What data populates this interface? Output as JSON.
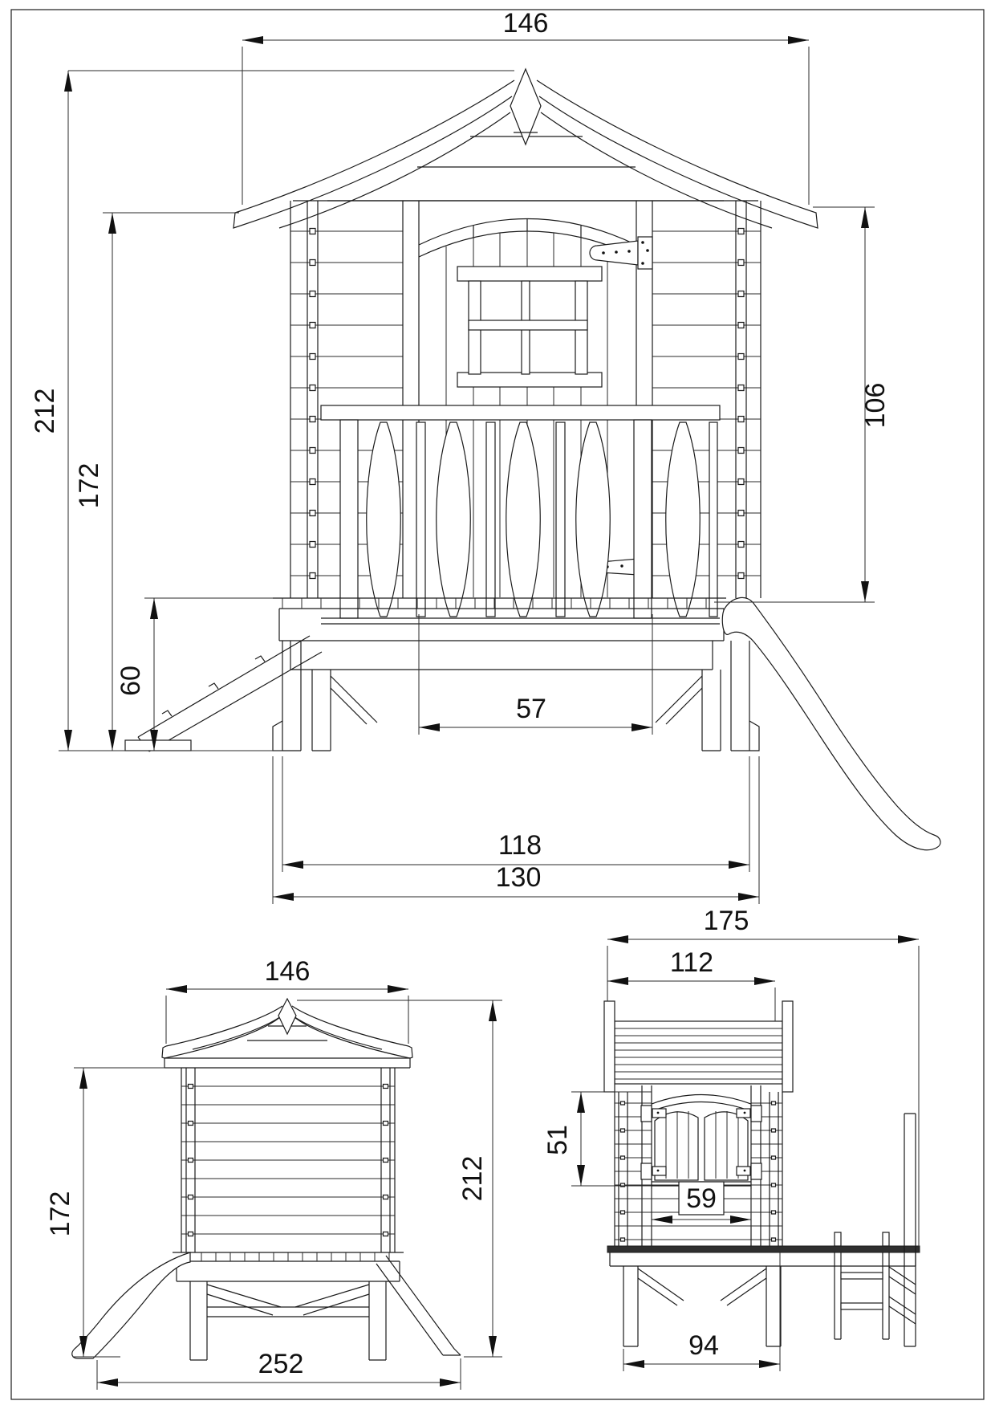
{
  "views": {
    "front": {
      "dimensions": {
        "roof_width": "146",
        "overall_height": "212",
        "eave_height": "172",
        "platform_height": "60",
        "eave_to_platform": "106",
        "door_width": "57",
        "leg_span": "118",
        "base_width": "130"
      }
    },
    "rear": {
      "dimensions": {
        "roof_width": "146",
        "eave_height": "172",
        "overall_height": "212",
        "overall_width": "252"
      }
    },
    "side": {
      "dimensions": {
        "overall_depth": "175",
        "roof_depth": "112",
        "gate_height": "51",
        "gate_width": "59",
        "platform_depth": "94"
      }
    }
  }
}
